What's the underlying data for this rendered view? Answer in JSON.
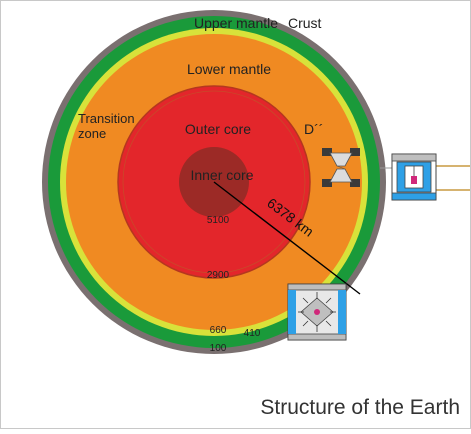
{
  "title": "Structure of the Earth",
  "layers": {
    "crust": "Crust",
    "upper_mantle": "Upper mantle",
    "lower_mantle": "Lower mantle",
    "transition_zone_line1": "Transition",
    "transition_zone_line2": "zone",
    "outer_core": "Outer core",
    "inner_core": "Inner core",
    "d_double_prime": "D´´"
  },
  "depths": {
    "d5100": "5100",
    "d2900": "2900",
    "d660": "660",
    "d410": "410",
    "d100": "100"
  },
  "radius_label": "6378 km",
  "colors": {
    "crust": "#7a7070",
    "upper_mantle": "#1a9a3a",
    "transition": "#d8e23a",
    "lower_mantle": "#f08a22",
    "outer_core": "#e3262b",
    "inner_core": "#9c2a26",
    "anvil_blue": "#2ea0e6"
  }
}
